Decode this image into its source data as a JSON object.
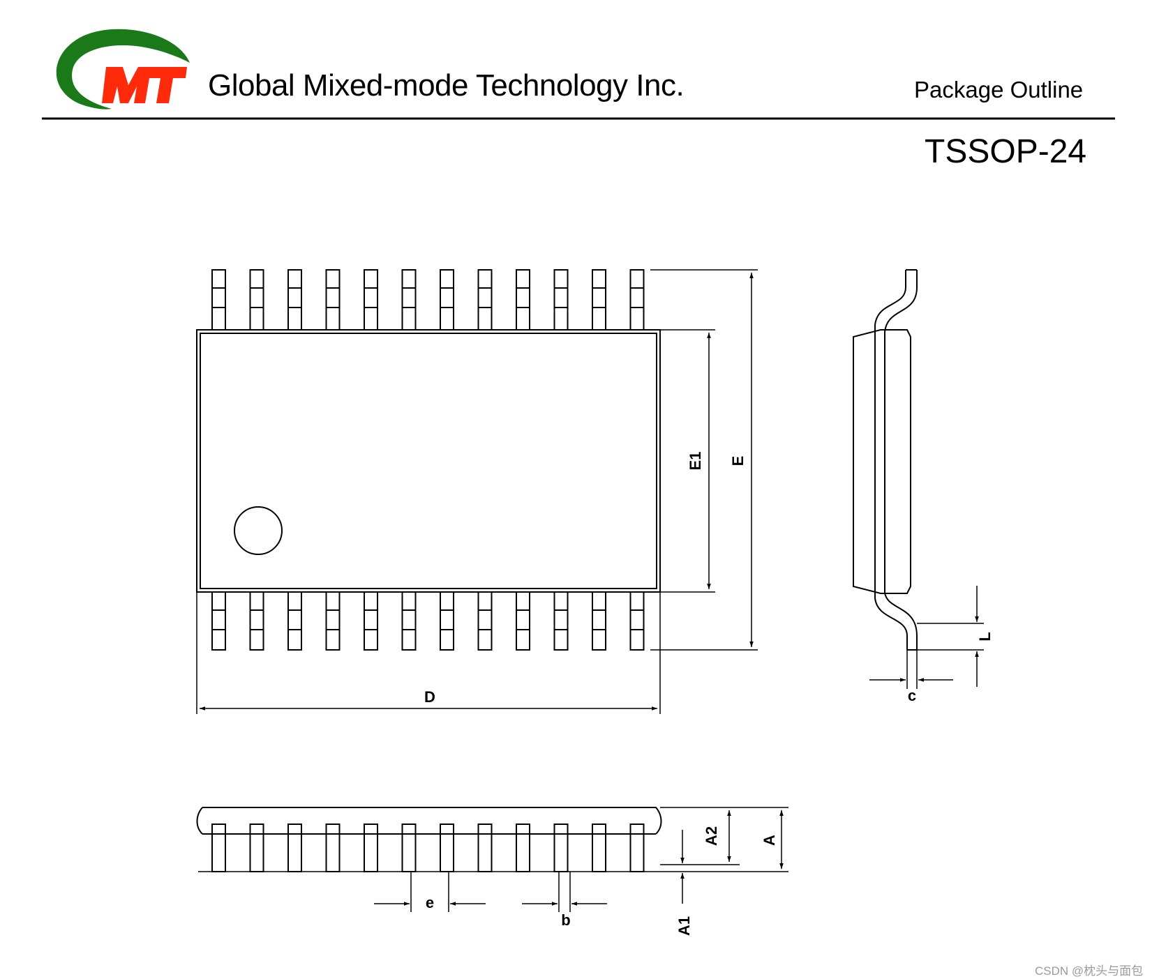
{
  "header": {
    "logo_text": "GMT",
    "company_name": "Global Mixed-mode Technology Inc.",
    "document_type": "Package Outline"
  },
  "package": {
    "name": "TSSOP-24",
    "pins_per_side": 12
  },
  "dimension_labels": {
    "D": "D",
    "E": "E",
    "E1": "E1",
    "A": "A",
    "A1": "A1",
    "A2": "A2",
    "b": "b",
    "e": "e",
    "c": "c",
    "L": "L"
  },
  "watermark": "CSDN @枕头与面包",
  "colors": {
    "logo_green": "#1a7a1a",
    "logo_red": "#ff2a0a",
    "line": "#000000"
  }
}
